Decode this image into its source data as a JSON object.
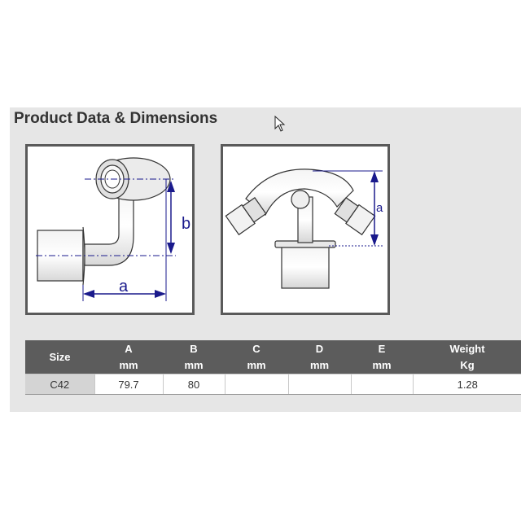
{
  "section": {
    "title": "Product Data & Dimensions"
  },
  "diagram_left": {
    "label_a": "a",
    "label_b": "b"
  },
  "diagram_right": {
    "label_a": "a"
  },
  "colors": {
    "header_bg": "#5c5c5c",
    "dimension_line": "#1a1a8c",
    "panel_bg": "#e6e6e6"
  },
  "table": {
    "headers": [
      {
        "line1": "Size",
        "line2": ""
      },
      {
        "line1": "A",
        "line2": "mm"
      },
      {
        "line1": "B",
        "line2": "mm"
      },
      {
        "line1": "C",
        "line2": "mm"
      },
      {
        "line1": "D",
        "line2": "mm"
      },
      {
        "line1": "E",
        "line2": "mm"
      },
      {
        "line1": "Weight",
        "line2": "Kg"
      }
    ],
    "rows": [
      [
        "C42",
        "79.7",
        "80",
        "",
        "",
        "",
        "1.28"
      ]
    ]
  }
}
